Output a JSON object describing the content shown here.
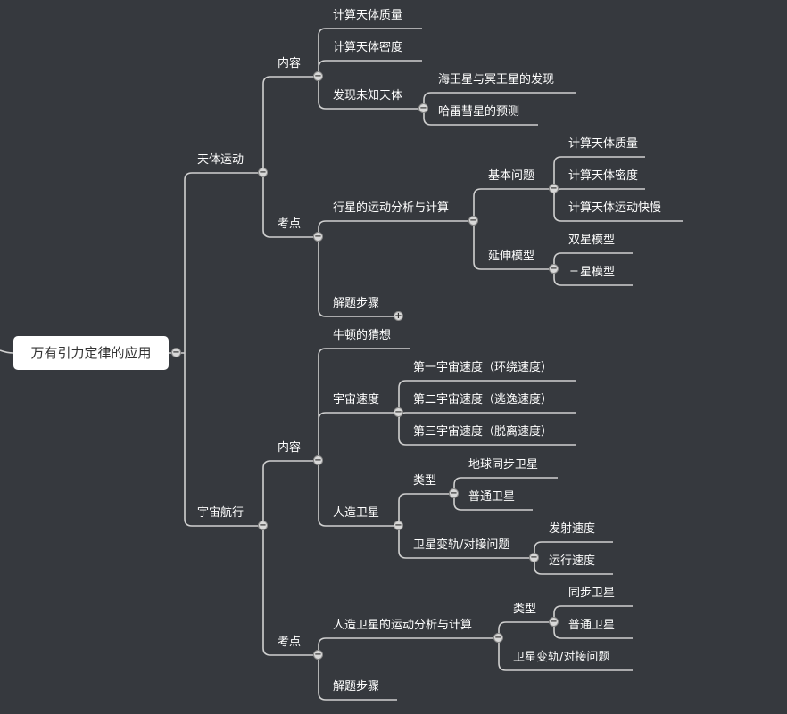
{
  "root": {
    "label": "万有引力定律的应用"
  },
  "b1": {
    "label": "天体运动",
    "c1": {
      "label": "内容",
      "i1": "计算天体质量",
      "i2": "计算天体密度",
      "i3": {
        "label": "发现未知天体",
        "j1": "海王星与冥王星的发现",
        "j2": "哈雷彗星的预测"
      }
    },
    "c2": {
      "label": "考点",
      "d1": {
        "label": "行星的运动分析与计算",
        "e1": {
          "label": "基本问题",
          "f1": "计算天体质量",
          "f2": "计算天体密度",
          "f3": "计算天体运动快慢"
        },
        "e2": {
          "label": "延伸模型",
          "f1": "双星模型",
          "f2": "三星模型"
        }
      },
      "d2": "解题步骤"
    }
  },
  "b2": {
    "label": "宇宙航行",
    "c1": {
      "label": "内容",
      "d1": "牛顿的猜想",
      "d2": {
        "label": "宇宙速度",
        "e1": "第一宇宙速度（环绕速度）",
        "e2": "第二宇宙速度（逃逸速度）",
        "e3": "第三宇宙速度（脱离速度）"
      },
      "d3": {
        "label": "人造卫星",
        "e1": {
          "label": "类型",
          "f1": "地球同步卫星",
          "f2": "普通卫星"
        },
        "e2": {
          "label": "卫星变轨/对接问题",
          "f1": "发射速度",
          "f2": "运行速度"
        }
      }
    },
    "c2": {
      "label": "考点",
      "d1": {
        "label": "人造卫星的运动分析与计算",
        "e1": {
          "label": "类型",
          "f1": "同步卫星",
          "f2": "普通卫星"
        },
        "e2": "卫星变轨/对接问题"
      },
      "d2": "解题步骤"
    }
  },
  "colors": {
    "background": "#36393e",
    "line": "#d0d0d0",
    "text": "#ffffff"
  },
  "icons": {
    "collapse": "minus-circle-icon",
    "expand": "plus-circle-icon"
  }
}
